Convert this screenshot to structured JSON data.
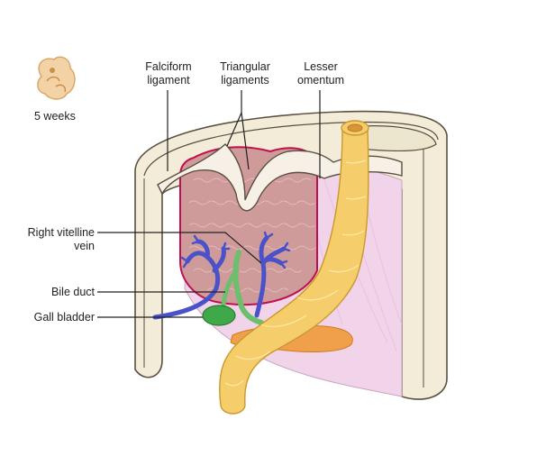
{
  "stage_label": "5 weeks",
  "labels": {
    "falciform_line1": "Falciform",
    "falciform_line2": "ligament",
    "triangular_line1": "Triangular",
    "triangular_line2": "ligaments",
    "lesser_line1": "Lesser",
    "lesser_line2": "omentum",
    "vitelline_line1": "Right vitelline",
    "vitelline_line2": "vein",
    "bile_duct": "Bile duct",
    "gall_bladder": "Gall bladder"
  },
  "colors": {
    "body_wall": "#f2ecd8",
    "body_wall_stroke": "#5a5040",
    "liver": "#cf9a9a",
    "liver_border": "#c0104e",
    "mesentery": "#f2d4ea",
    "gut": "#f5cd6a",
    "vein": "#4a52c9",
    "duct": "#6cbf6c",
    "gall_bladder": "#3fa94a",
    "pancreas": "#f0a04a",
    "embryo": "#f3d2a6"
  }
}
